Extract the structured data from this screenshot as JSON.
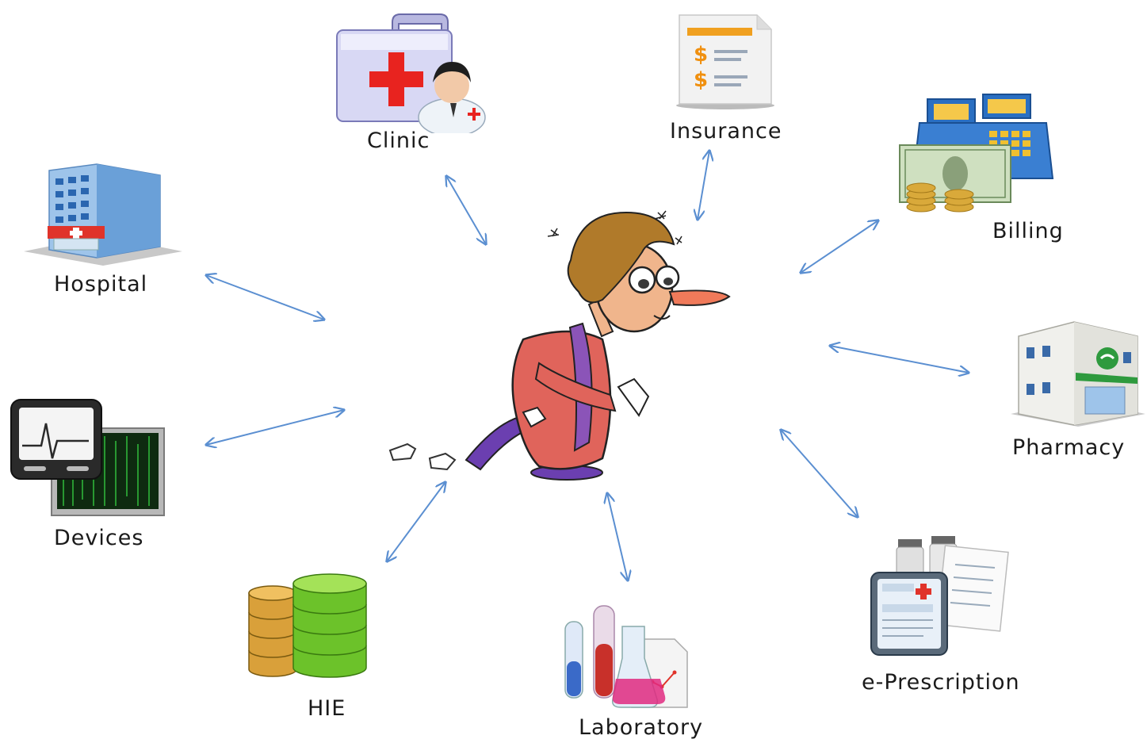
{
  "nodes": {
    "clinic": {
      "label": "Clinic"
    },
    "insurance": {
      "label": "Insurance"
    },
    "billing": {
      "label": "Billing"
    },
    "hospital": {
      "label": "Hospital"
    },
    "pharmacy": {
      "label": "Pharmacy"
    },
    "devices": {
      "label": "Devices"
    },
    "hie": {
      "label": "HIE"
    },
    "laboratory": {
      "label": "Laboratory"
    },
    "eprescription": {
      "label": "e-Prescription"
    }
  },
  "colors": {
    "arrow": "#5b8fd1"
  },
  "icons": {
    "clinic": "medical-kit-doctor-icon",
    "insurance": "insurance-document-icon",
    "billing": "cash-register-money-icon",
    "hospital": "hospital-building-icon",
    "pharmacy": "pharmacy-building-icon",
    "devices": "monitor-device-icon",
    "hie": "database-icon",
    "laboratory": "test-tubes-icon",
    "eprescription": "prescription-icon",
    "center": "sick-patient-illustration"
  }
}
